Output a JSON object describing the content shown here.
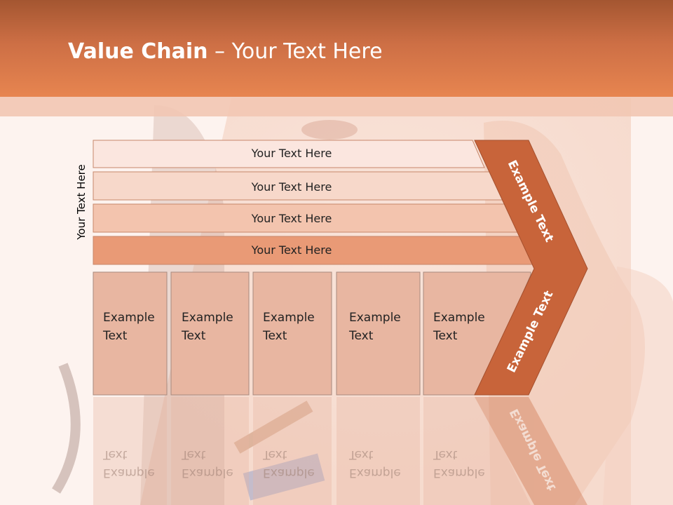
{
  "title": {
    "bold": "Value Chain",
    "rest": " – Your Text Here"
  },
  "side_label": "Your Text Here",
  "bars": [
    {
      "label": "Your Text Here"
    },
    {
      "label": "Your Text Here"
    },
    {
      "label": "Your Text Here"
    },
    {
      "label": "Your Text Here"
    }
  ],
  "boxes": [
    {
      "label": "Example\nText"
    },
    {
      "label": "Example\nText"
    },
    {
      "label": "Example\nText"
    },
    {
      "label": "Example\nText"
    },
    {
      "label": "Example\nText"
    }
  ],
  "chevron": {
    "upper_label": "Example Text",
    "lower_label": "Example Text"
  },
  "colors": {
    "header": "#e2804c",
    "chevron": "#c8643a",
    "bar1": "#fbe6df",
    "bar2": "#f7d8ca",
    "bar3": "#f3c4ae",
    "bar4": "#e99a76",
    "box": "#e8b6a1"
  }
}
